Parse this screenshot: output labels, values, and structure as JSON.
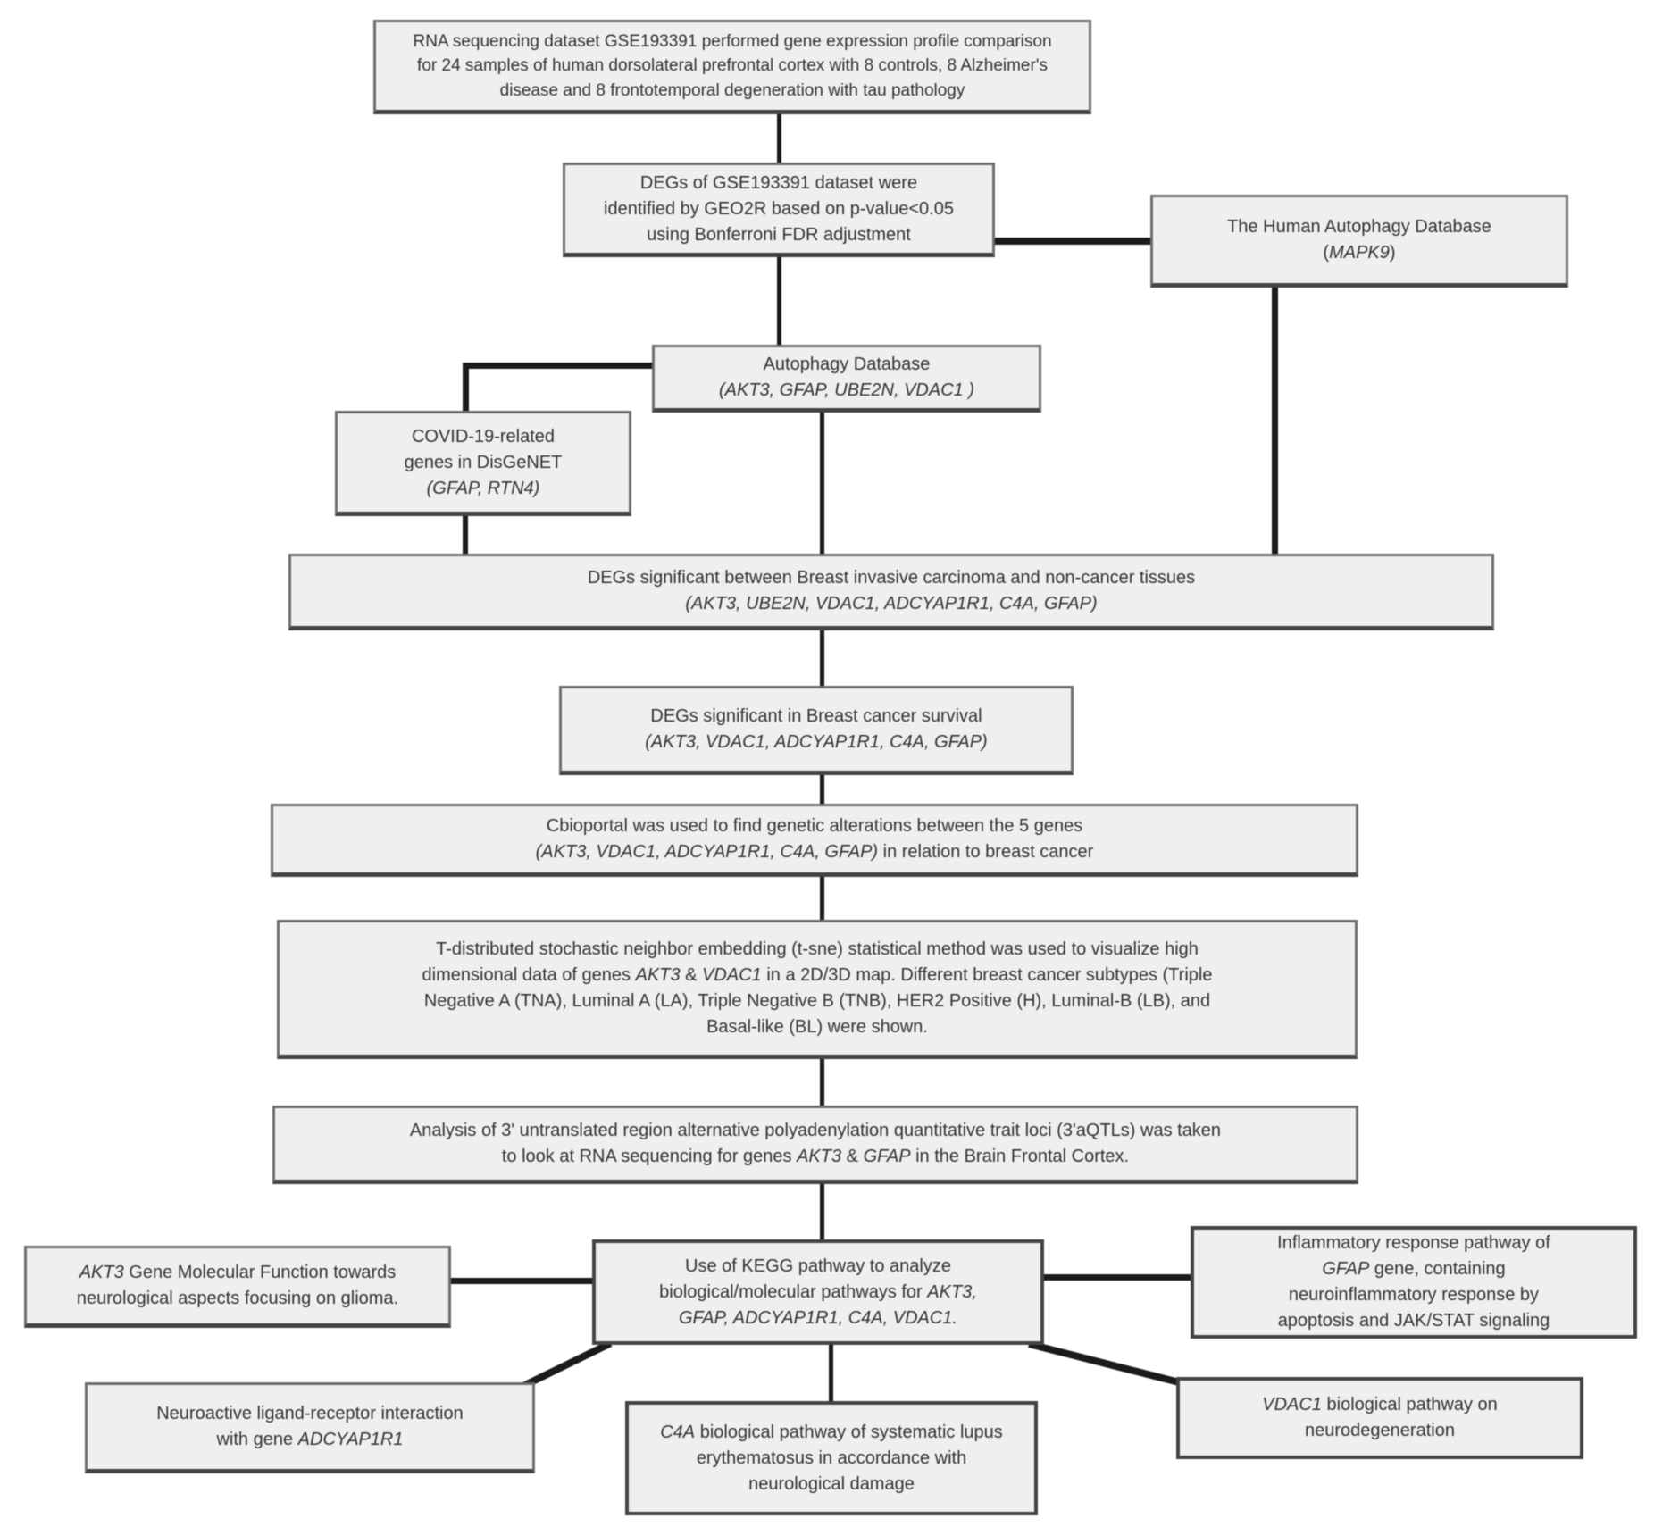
{
  "palette": {
    "page_bg": "#ffffff",
    "box_fill": "#efefef",
    "box_border": "#6e6e6e",
    "box_border_dark": "#434343",
    "conn": "#1b1b1b",
    "ink": "#333333"
  },
  "figure": {
    "type": "flowchart"
  },
  "boxes": {
    "rna": {
      "lines": [
        [
          {
            "t": "RNA sequencing dataset GSE193391 performed gene expression profile comparison"
          }
        ],
        [
          {
            "t": "for 24 samples of human dorsolateral prefrontal cortex with 8 controls, 8 Alzheimer's"
          }
        ],
        [
          {
            "t": "disease and 8 frontotemporal degeneration with tau pathology"
          }
        ]
      ]
    },
    "geo2r": {
      "lines": [
        [
          {
            "t": "DEGs of GSE193391 dataset were"
          }
        ],
        [
          {
            "t": "identified by GEO2R based on p-value<0.05"
          }
        ],
        [
          {
            "t": "using Bonferroni FDR adjustment"
          }
        ]
      ]
    },
    "hadb": {
      "lines": [
        [
          {
            "t": "The Human Autophagy Database"
          }
        ],
        [
          {
            "t": "("
          },
          {
            "t": "MAPK9",
            "i": true
          },
          {
            "t": ")"
          }
        ]
      ]
    },
    "autophagy": {
      "lines": [
        [
          {
            "t": "Autophagy Database"
          }
        ],
        [
          {
            "t": "(AKT3, GFAP, UBE2N, VDAC1 )",
            "i": true
          }
        ]
      ]
    },
    "covid": {
      "lines": [
        [
          {
            "t": "COVID-19-related"
          }
        ],
        [
          {
            "t": "genes in DisGeNET"
          }
        ],
        [
          {
            "t": "(GFAP, RTN4)",
            "i": true
          }
        ]
      ]
    },
    "brca": {
      "lines": [
        [
          {
            "t": "DEGs significant between Breast invasive carcinoma and non-cancer tissues"
          }
        ],
        [
          {
            "t": "(AKT3, UBE2N, VDAC1, ADCYAP1R1, C4A, GFAP)",
            "i": true
          }
        ]
      ]
    },
    "survival": {
      "lines": [
        [
          {
            "t": "DEGs significant in Breast cancer survival"
          }
        ],
        [
          {
            "t": "(AKT3, VDAC1, ADCYAP1R1, C4A, GFAP)",
            "i": true
          }
        ]
      ]
    },
    "cbioportal": {
      "lines": [
        [
          {
            "t": "Cbioportal was used to find genetic alterations between the 5 genes"
          }
        ],
        [
          {
            "t": "(AKT3, VDAC1, ADCYAP1R1, C4A, GFAP)",
            "i": true
          },
          {
            "t": " in relation to breast cancer"
          }
        ]
      ]
    },
    "tsne": {
      "lines": [
        [
          {
            "t": "T-distributed stochastic neighbor embedding (t-sne) statistical method was used to visualize high"
          }
        ],
        [
          {
            "t": "dimensional data of genes "
          },
          {
            "t": "AKT3",
            "i": true
          },
          {
            "t": " & "
          },
          {
            "t": "VDAC1",
            "i": true
          },
          {
            "t": " in a 2D/3D map. Different breast cancer subtypes (Triple"
          }
        ],
        [
          {
            "t": "Negative A (TNA), Luminal A (LA), Triple Negative B (TNB), HER2 Positive (H), Luminal-B (LB), and"
          }
        ],
        [
          {
            "t": "Basal-like (BL) were shown."
          }
        ]
      ]
    },
    "aqtl": {
      "lines": [
        [
          {
            "t": "Analysis of 3' untranslated region alternative polyadenylation quantitative trait loci (3'aQTLs) was taken"
          }
        ],
        [
          {
            "t": "to look at RNA sequencing for genes "
          },
          {
            "t": "AKT3",
            "i": true
          },
          {
            "t": " & "
          },
          {
            "t": "GFAP",
            "i": true
          },
          {
            "t": " in the Brain Frontal Cortex."
          }
        ]
      ]
    },
    "kegg": {
      "lines": [
        [
          {
            "t": "Use of KEGG pathway to analyze"
          }
        ],
        [
          {
            "t": "biological/molecular pathways for "
          },
          {
            "t": "AKT3,",
            "i": true
          }
        ],
        [
          {
            "t": "GFAP, ADCYAP1R1, C4A, VDAC1.",
            "i": true
          }
        ]
      ]
    },
    "akt3": {
      "lines": [
        [
          {
            "t": "AKT3",
            "i": true
          },
          {
            "t": " Gene Molecular Function towards"
          }
        ],
        [
          {
            "t": "neurological aspects focusing on glioma."
          }
        ]
      ]
    },
    "inflam": {
      "lines": [
        [
          {
            "t": "Inflammatory response pathway of"
          }
        ],
        [
          {
            "t": "GFAP",
            "i": true
          },
          {
            "t": " gene, containing"
          }
        ],
        [
          {
            "t": "neuroinflammatory response  by"
          }
        ],
        [
          {
            "t": "apoptosis and JAK/STAT signaling"
          }
        ]
      ]
    },
    "neuro": {
      "lines": [
        [
          {
            "t": "Neuroactive ligand-receptor interaction"
          }
        ],
        [
          {
            "t": "with gene "
          },
          {
            "t": "ADCYAP1R1",
            "i": true
          }
        ]
      ]
    },
    "c4a": {
      "lines": [
        [
          {
            "t": "C4A",
            "i": true
          },
          {
            "t": " biological pathway of  systematic lupus"
          }
        ],
        [
          {
            "t": "erythematosus in accordance with"
          }
        ],
        [
          {
            "t": "neurological damage"
          }
        ]
      ]
    },
    "vdac1": {
      "lines": [
        [
          {
            "t": "VDAC1",
            "i": true
          },
          {
            "t": " biological pathway on"
          }
        ],
        [
          {
            "t": "neurodegeneration"
          }
        ]
      ]
    }
  }
}
